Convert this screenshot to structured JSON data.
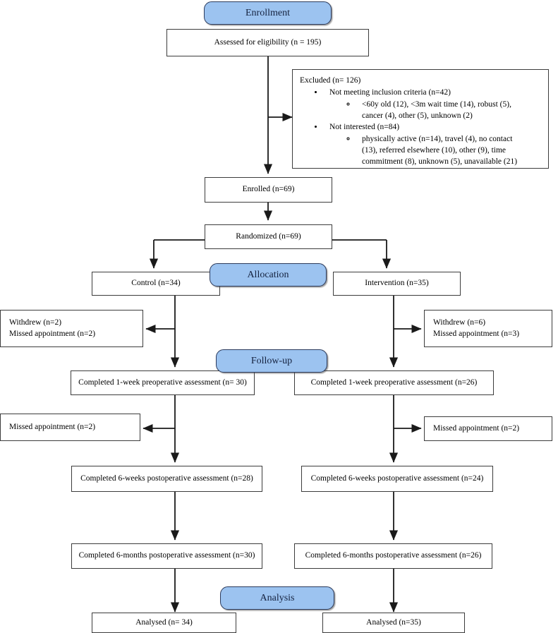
{
  "figure": {
    "type": "consort-flow-diagram",
    "title": "CONSORT participant flow diagram"
  },
  "stage_labels": {
    "enrollment": "Enrollment",
    "allocation": "Allocation",
    "followup": "Follow-up",
    "analysis": "Analysis"
  },
  "colors": {
    "pill_fill": "#9CC3F0",
    "pill_border": "#2b3a5c",
    "box_border": "#3c3c3c",
    "text": "#000000",
    "background": "#ffffff"
  },
  "nodes": {
    "assessed": "Assessed for eligibility (n = 195)",
    "enrolled": "Enrolled (n=69)",
    "randomized": "Randomized (n=69)",
    "control": "Control (n=34)",
    "intervention": "Intervention (n=35)",
    "control_loss_1": [
      "Withdrew (n=2)",
      "Missed appointment (n=2)"
    ],
    "intervention_loss_1": [
      "Withdrew (n=6)",
      "Missed appointment (n=3)"
    ],
    "control_week1": "Completed 1-week preoperative assessment (n= 30)",
    "intervention_week1": "Completed 1-week preoperative assessment (n=26)",
    "control_loss_2": [
      "Missed appointment (n=2)"
    ],
    "intervention_loss_2": [
      "Missed appointment (n=2)"
    ],
    "control_6weeks": "Completed 6-weeks postoperative assessment (n=28)",
    "intervention_6weeks": "Completed 6-weeks postoperative assessment (n=24)",
    "control_6months": "Completed 6-months postoperative assessment (n=30)",
    "intervention_6months": "Completed 6-months postoperative assessment (n=26)",
    "control_analysed": "Analysed (n= 34)",
    "intervention_analysed": "Analysed (n=35)"
  },
  "excluded": {
    "title": "Excluded (n= 126)",
    "reasons": [
      {
        "label": "Not meeting inclusion criteria (n=42)",
        "details_line1": "<60y old (12), <3m wait time (14), robust (5),",
        "details_line2": "cancer (4), other (5), unknown (2)"
      },
      {
        "label": "Not interested (n=84)",
        "details_line1": "physically active (n=14), travel (4), no contact",
        "details_line2": "(13), referred elsewhere (10), other (9), time",
        "details_line3": "commitment (8), unknown (5), unavailable (21)"
      }
    ]
  }
}
